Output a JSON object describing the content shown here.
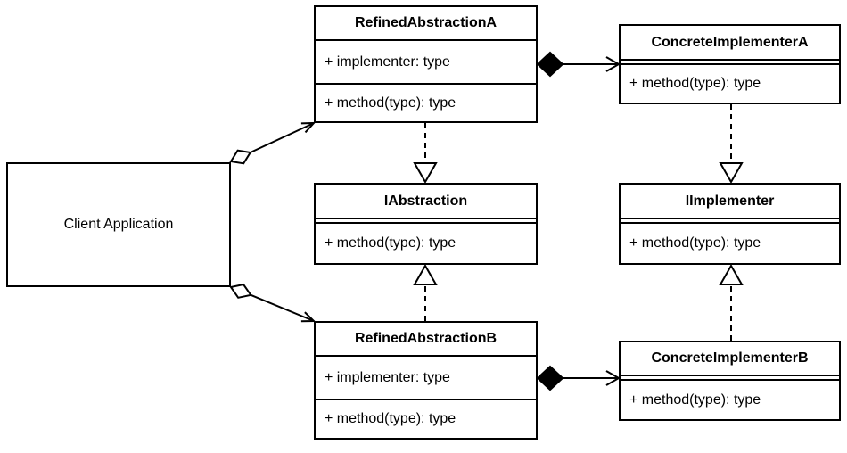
{
  "colors": {
    "stroke": "#000000",
    "fill": "#ffffff",
    "background": "#ffffff"
  },
  "classes": {
    "client": {
      "name": "Client Application"
    },
    "refinedAbstractionA": {
      "name": "RefinedAbstractionA",
      "attribute": "+ implementer: type",
      "method": "+ method(type): type"
    },
    "concreteImplementerA": {
      "name": "ConcreteImplementerA",
      "method": "+ method(type): type"
    },
    "iAbstraction": {
      "name": "IAbstraction",
      "method": "+ method(type): type"
    },
    "iImplementer": {
      "name": "IImplementer",
      "method": "+ method(type): type"
    },
    "refinedAbstractionB": {
      "name": "RefinedAbstractionB",
      "attribute": "+ implementer: type",
      "method": "+ method(type): type"
    },
    "concreteImplementerB": {
      "name": "ConcreteImplementerB",
      "method": "+ method(type): type"
    }
  },
  "relationships": [
    {
      "from": "Client Application",
      "to": "RefinedAbstractionA",
      "type": "aggregation",
      "markers": "open diamond at client, open arrow at target, solid line"
    },
    {
      "from": "Client Application",
      "to": "RefinedAbstractionB",
      "type": "aggregation",
      "markers": "open diamond at client, open arrow at target, solid line"
    },
    {
      "from": "RefinedAbstractionA",
      "to": "ConcreteImplementerA",
      "type": "composition",
      "markers": "filled diamond at source, open arrow at target, solid line"
    },
    {
      "from": "RefinedAbstractionB",
      "to": "ConcreteImplementerB",
      "type": "composition",
      "markers": "filled diamond at source, open arrow at target, solid line"
    },
    {
      "from": "RefinedAbstractionA",
      "to": "IAbstraction",
      "type": "realization",
      "markers": "dashed line, hollow triangle at interface"
    },
    {
      "from": "RefinedAbstractionB",
      "to": "IAbstraction",
      "type": "realization",
      "markers": "dashed line, hollow triangle at interface"
    },
    {
      "from": "ConcreteImplementerA",
      "to": "IImplementer",
      "type": "realization",
      "markers": "dashed line, hollow triangle at interface"
    },
    {
      "from": "ConcreteImplementerB",
      "to": "IImplementer",
      "type": "realization",
      "markers": "dashed line, hollow triangle at interface"
    }
  ]
}
